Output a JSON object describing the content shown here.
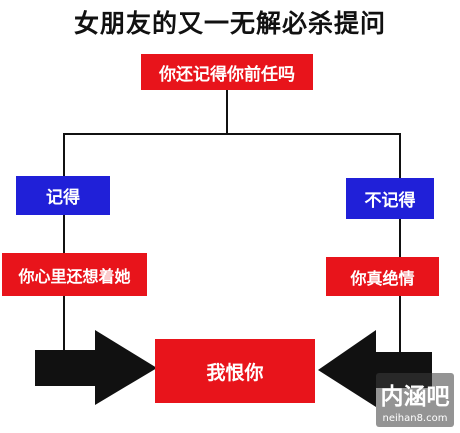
{
  "title": "女朋友的又一无解必杀提问",
  "question": "你还记得你前任吗",
  "left": {
    "choice": "记得",
    "consequence": "你心里还想着她"
  },
  "right": {
    "choice": "不记得",
    "consequence": "你真绝情"
  },
  "result": "我恨你",
  "watermark": {
    "main": "内涵吧",
    "sub": "neihan8.com"
  },
  "colors": {
    "red": "#e8141b",
    "blue": "#2020d8",
    "line": "#111111"
  },
  "icons": {
    "left_arrow": "arrow-right-icon",
    "right_arrow": "arrow-left-icon"
  }
}
